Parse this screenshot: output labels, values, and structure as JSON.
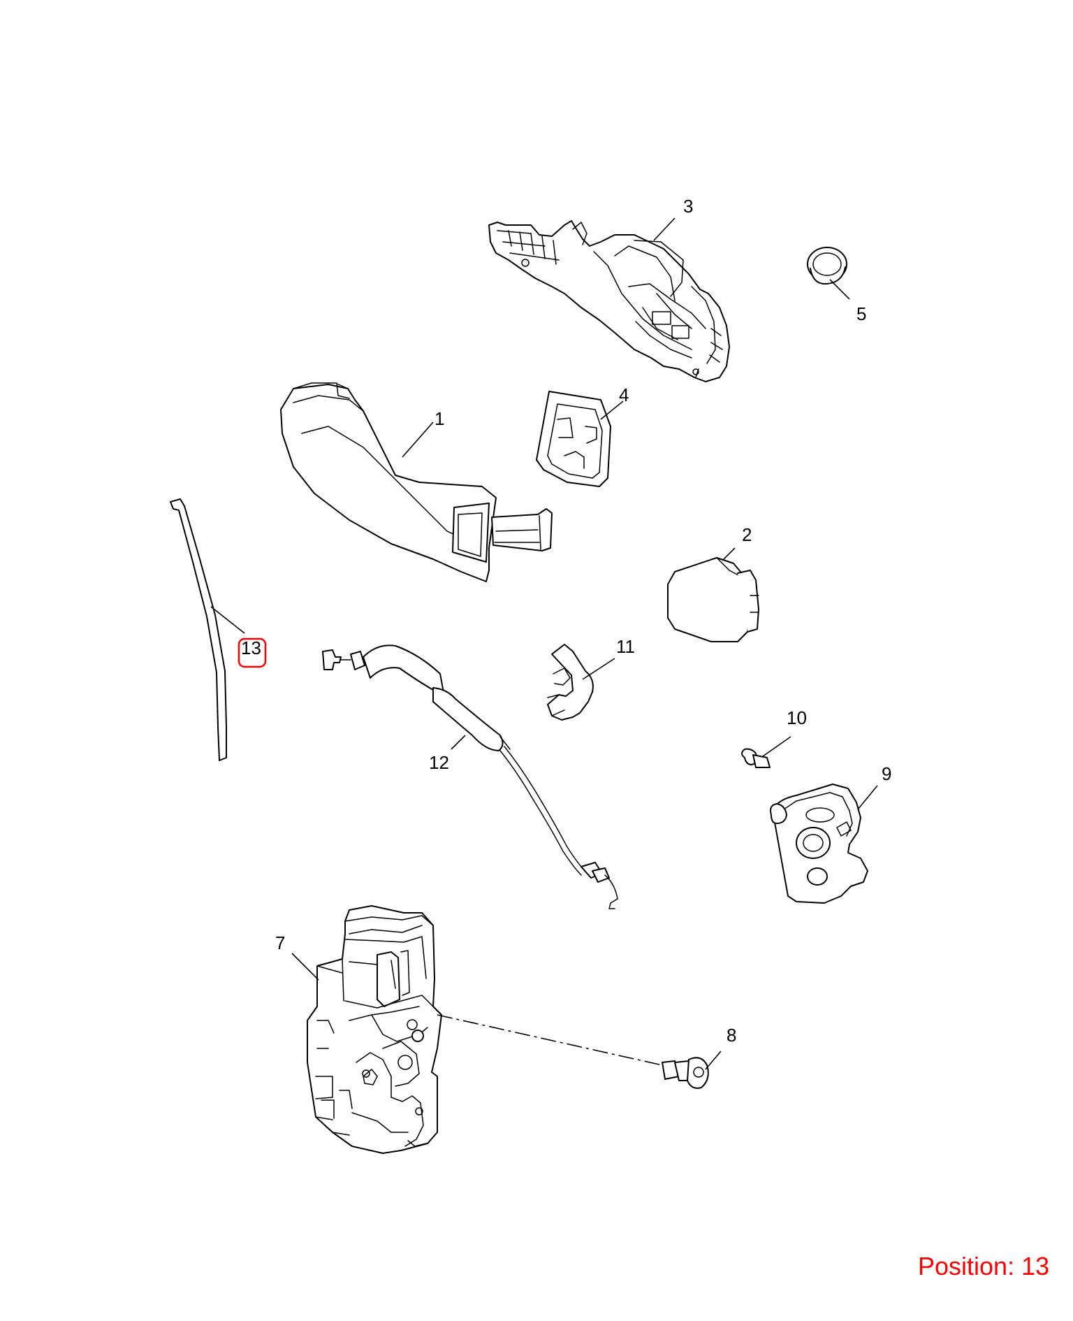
{
  "callouts": {
    "c1": "1",
    "c2": "2",
    "c3": "3",
    "c4": "4",
    "c5": "5",
    "c7": "7",
    "c8": "8",
    "c9": "9",
    "c10": "10",
    "c11": "11",
    "c12": "12",
    "c13": "13"
  },
  "highlighted_callout": "13",
  "position_label": "Position: 13",
  "colors": {
    "line": "#000000",
    "highlight": "#ff0000",
    "background": "#ffffff"
  }
}
